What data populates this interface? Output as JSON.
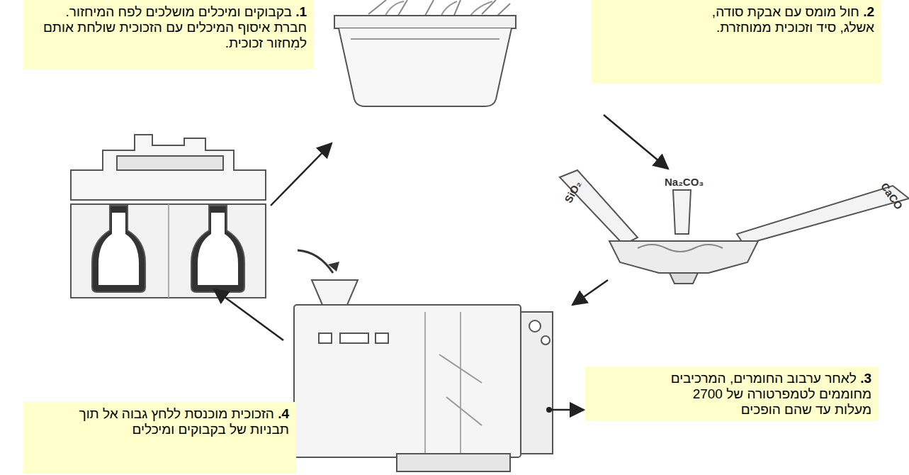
{
  "diagram": {
    "nodes": [
      {
        "text": [
          "1. בקבוקים ומיכלים מושלכים לפח המיחזור.",
          "חברת איסוף המיכלים עם הזכוכית שולחת אותם למִחזור זכוכית."
        ]
      },
      {
        "text": [
          "2. חול מומס עם אבקת סודה, אשלג, סיד וזכוכית ממוחזרת."
        ]
      },
      {
        "text": [
          "3. לאחר ערבוב החומרים, המרכיבים מחוממים לטמפרטורה של 2700 מעלות עד שהם הופכים"
        ]
      },
      {
        "text": [
          "4. הזכוכית מוכנסת ללחץ גבוה אל תוך תבניות של בקבוקים ומיכלים"
        ]
      }
    ],
    "labels": [
      "SiO₂",
      "Na₂CO₃",
      "CaCO"
    ]
  }
}
